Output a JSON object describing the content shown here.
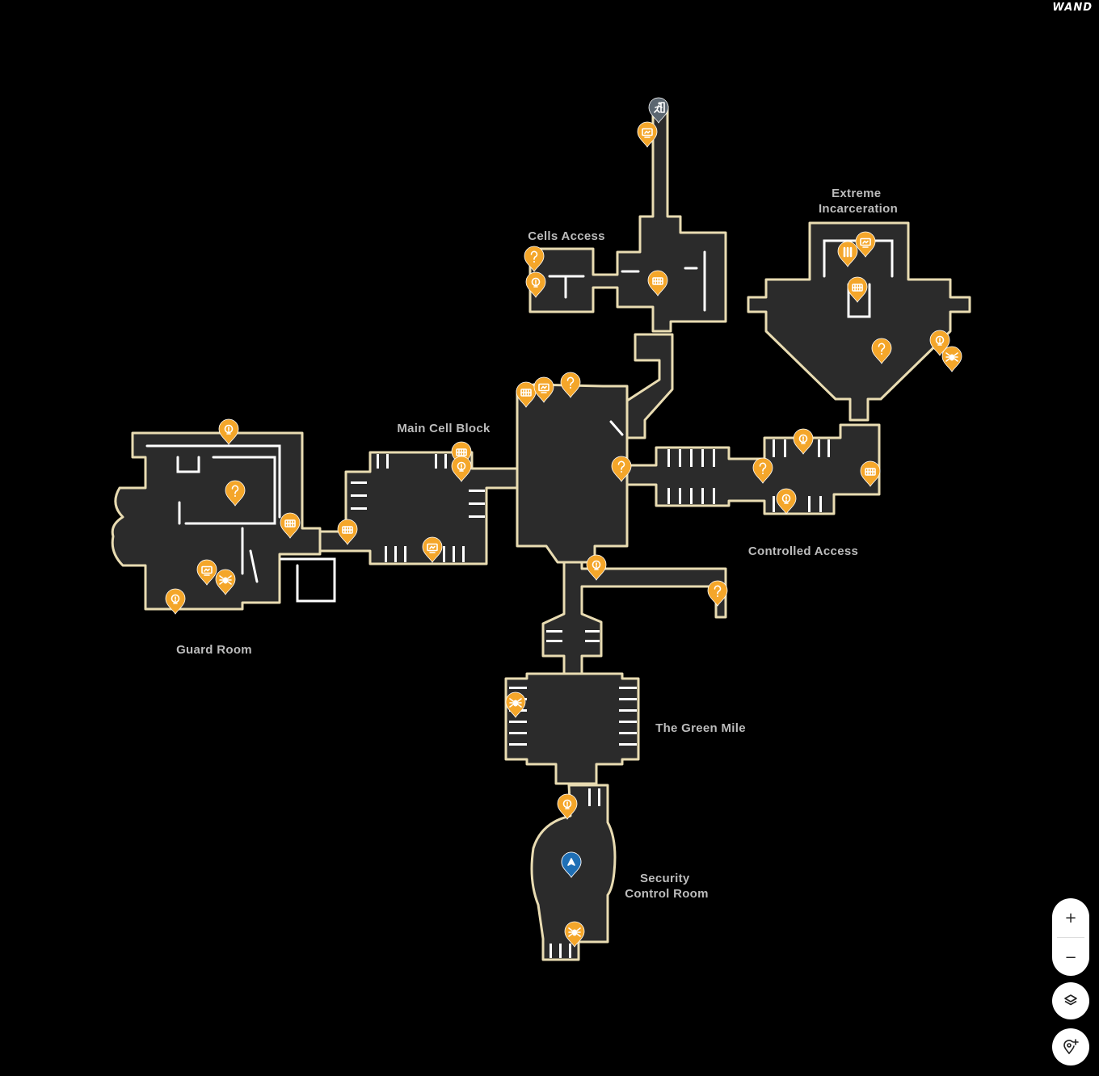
{
  "brand": {
    "logo_text": "WAND"
  },
  "map": {
    "background": "#000000",
    "floor_color": "#2b2b2b",
    "outline_color": "#e9dcb2",
    "areas": [
      {
        "id": "extreme-incarceration",
        "lines": [
          "Extreme",
          "Incarceration"
        ]
      },
      {
        "id": "cells-access",
        "lines": [
          "Cells Access"
        ]
      },
      {
        "id": "main-cell-block",
        "lines": [
          "Main Cell Block"
        ]
      },
      {
        "id": "controlled-access",
        "lines": [
          "Controlled Access"
        ]
      },
      {
        "id": "guard-room",
        "lines": [
          "Guard Room"
        ]
      },
      {
        "id": "the-green-mile",
        "lines": [
          "The Green Mile"
        ]
      },
      {
        "id": "security-control-room",
        "lines": [
          "Security",
          "Control Room"
        ]
      }
    ],
    "marker_colors": {
      "orange": "#f4a62a",
      "slate": "#5b6670",
      "blue": "#1f6fb5"
    },
    "markers": [
      {
        "type": "exit",
        "color": "slate"
      },
      {
        "type": "monitor",
        "color": "orange"
      },
      {
        "type": "question",
        "color": "orange"
      },
      {
        "type": "hint",
        "color": "orange"
      },
      {
        "type": "cells",
        "color": "orange"
      },
      {
        "type": "pillars",
        "color": "orange"
      },
      {
        "type": "monitor",
        "color": "orange"
      },
      {
        "type": "cells",
        "color": "orange"
      },
      {
        "type": "question",
        "color": "orange"
      },
      {
        "type": "hint",
        "color": "orange"
      },
      {
        "type": "spider",
        "color": "orange"
      },
      {
        "type": "cells",
        "color": "orange"
      },
      {
        "type": "monitor",
        "color": "orange"
      },
      {
        "type": "question",
        "color": "orange"
      },
      {
        "type": "hint",
        "color": "orange"
      },
      {
        "type": "question",
        "color": "orange"
      },
      {
        "type": "cells",
        "color": "orange"
      },
      {
        "type": "cells",
        "color": "orange"
      },
      {
        "type": "hint",
        "color": "orange"
      },
      {
        "type": "cells",
        "color": "orange"
      },
      {
        "type": "monitor",
        "color": "orange"
      },
      {
        "type": "question",
        "color": "orange"
      },
      {
        "type": "hint",
        "color": "orange"
      },
      {
        "type": "question",
        "color": "orange"
      },
      {
        "type": "cells",
        "color": "orange"
      },
      {
        "type": "hint",
        "color": "orange"
      },
      {
        "type": "hint",
        "color": "orange"
      },
      {
        "type": "question",
        "color": "orange"
      },
      {
        "type": "monitor",
        "color": "orange"
      },
      {
        "type": "spider",
        "color": "orange"
      },
      {
        "type": "hint",
        "color": "orange"
      },
      {
        "type": "spider",
        "color": "orange"
      },
      {
        "type": "hint",
        "color": "orange"
      },
      {
        "type": "hint",
        "color": "orange"
      },
      {
        "type": "player",
        "color": "blue"
      },
      {
        "type": "spider",
        "color": "orange"
      },
      {
        "type": "question",
        "color": "orange"
      }
    ]
  },
  "controls": {
    "zoom_in": "+",
    "zoom_out": "−",
    "layers_icon": "layers-icon",
    "add_pin_icon": "add-pin-icon"
  }
}
